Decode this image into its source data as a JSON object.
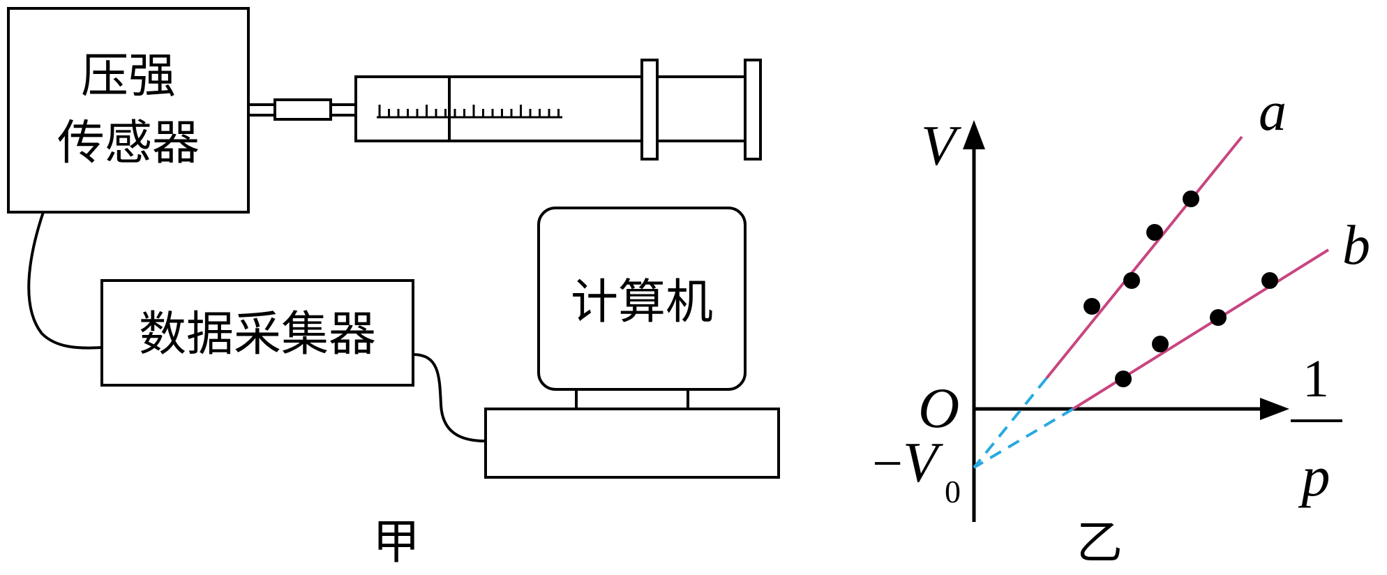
{
  "apparatus": {
    "pressure_sensor_line1": "压强",
    "pressure_sensor_line2": "传感器",
    "data_collector": "数据采集器",
    "computer": "计算机",
    "caption": "甲"
  },
  "graph": {
    "y_axis_label": "V",
    "x_axis_numerator": "1",
    "x_axis_denominator": "p",
    "origin_label": "O",
    "intercept_label_minus": "−",
    "intercept_label_symbol": "V",
    "intercept_label_subscript": "0",
    "caption": "乙",
    "colors": {
      "line": "#c8457f",
      "extrapolation": "#29a8e0",
      "axis": "#000000",
      "point": "#000000"
    }
  },
  "chart_data": {
    "type": "scatter",
    "x_label": "1/p",
    "y_label": "V",
    "intercept": "-V0",
    "series": [
      {
        "name": "a"
      },
      {
        "name": "b"
      }
    ]
  }
}
